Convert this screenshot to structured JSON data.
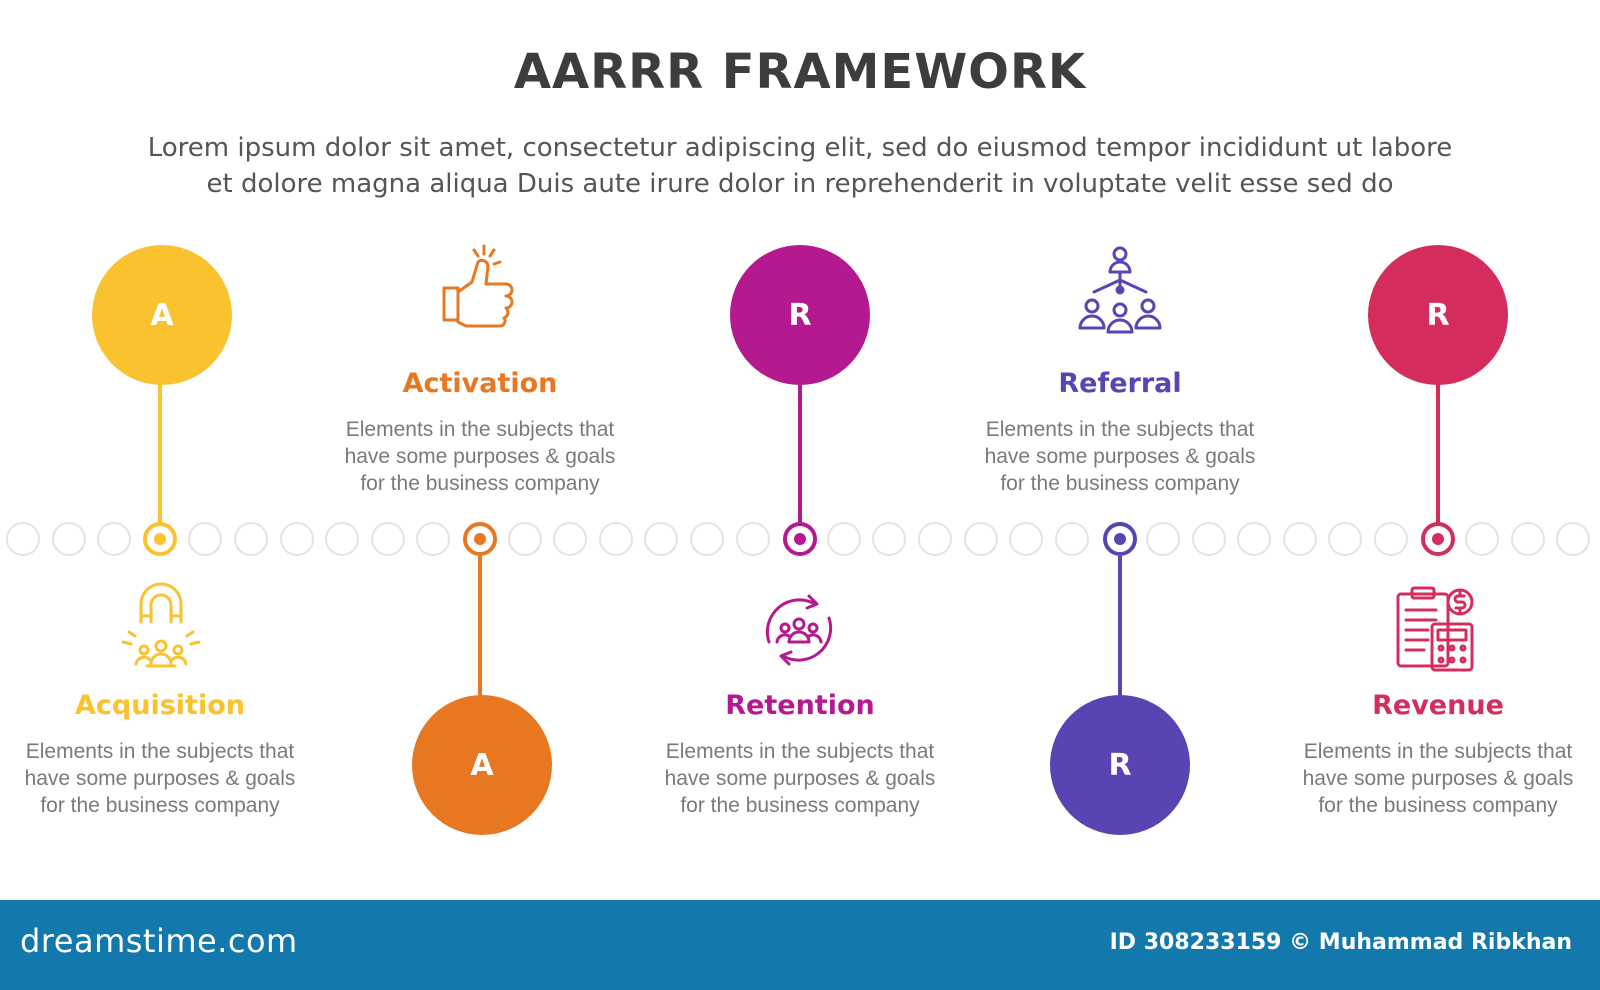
{
  "header": {
    "title": "AARRR FRAMEWORK",
    "subtitle_line1": "Lorem ipsum dolor sit amet, consectetur adipiscing elit, sed do eiusmod tempor incididunt ut labore",
    "subtitle_line2": "et dolore magna aliqua Duis aute irure dolor in reprehenderit in voluptate velit esse sed do"
  },
  "stages": [
    {
      "letter": "A",
      "title": "Acquisition",
      "color": "#f9c22e",
      "icon": "magnet-people-icon",
      "desc1": "Elements in the subjects that",
      "desc2": "have  some purposes & goals",
      "desc3": "for the  business company"
    },
    {
      "letter": "A",
      "title": "Activation",
      "color": "#e87722",
      "icon": "thumbs-up-icon",
      "desc1": "Elements in the subjects that",
      "desc2": "have  some purposes & goals",
      "desc3": "for the  business company"
    },
    {
      "letter": "R",
      "title": "Retention",
      "color": "#b5198f",
      "icon": "cycle-people-icon",
      "desc1": "Elements in the subjects that",
      "desc2": "have  some purposes & goals",
      "desc3": "for the  business company"
    },
    {
      "letter": "R",
      "title": "Referral",
      "color": "#5a44b4",
      "icon": "network-people-icon",
      "desc1": "Elements in the subjects that",
      "desc2": "have  some purposes & goals",
      "desc3": "for the  business company"
    },
    {
      "letter": "R",
      "title": "Revenue",
      "color": "#d42c5d",
      "icon": "clipboard-calculator-icon",
      "desc1": "Elements in the subjects that",
      "desc2": "have  some purposes & goals",
      "desc3": "for the  business company"
    }
  ],
  "footer": {
    "logo": "dreamstime.com",
    "credit": "ID 308233159 © Muhammad Ribkhan"
  }
}
